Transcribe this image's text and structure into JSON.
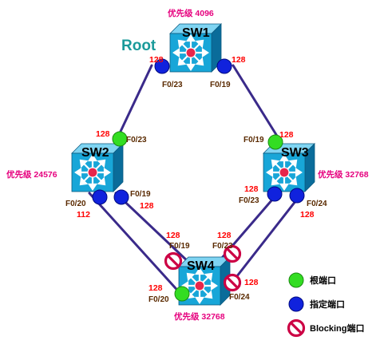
{
  "colors": {
    "priority_text": "#e6007e",
    "cost_text": "#ff0000",
    "port_text": "#5a2a00",
    "root_text": "#1a9a9a",
    "link": "#3a2a8a",
    "switch_face": "#18a6d8",
    "switch_top": "#7fd4f2",
    "switch_side": "#0a6c9a",
    "root_port": "#33dd22",
    "designated_port": "#1022dd",
    "blocking": "#cc0044"
  },
  "root_label": "Root",
  "switches": [
    {
      "id": "sw1",
      "name": "SW1",
      "priority": "优先级 4096"
    },
    {
      "id": "sw2",
      "name": "SW2",
      "priority": "优先级 24576"
    },
    {
      "id": "sw3",
      "name": "SW3",
      "priority": "优先级 32768"
    },
    {
      "id": "sw4",
      "name": "SW4",
      "priority": "优先级 32768"
    }
  ],
  "ports": {
    "sw1_f023": {
      "label": "F0/23",
      "cost": "128",
      "role": "designated"
    },
    "sw1_f019": {
      "label": "F0/19",
      "cost": "128",
      "role": "designated"
    },
    "sw2_f023": {
      "label": "F0/23",
      "cost": "128",
      "role": "root"
    },
    "sw2_f020": {
      "label": "F0/20",
      "cost": "112",
      "role": "designated"
    },
    "sw2_f019": {
      "label": "F0/19",
      "cost": "128",
      "role": "designated"
    },
    "sw3_f019": {
      "label": "F0/19",
      "cost": "128",
      "role": "root"
    },
    "sw3_f023": {
      "label": "F0/23",
      "cost": "128",
      "role": "designated"
    },
    "sw3_f024": {
      "label": "F0/24",
      "cost": "128",
      "role": "designated"
    },
    "sw4_f019": {
      "label": "F0/19",
      "cost": "128",
      "role": "blocking"
    },
    "sw4_f023": {
      "label": "F0/23",
      "cost": "128",
      "role": "blocking"
    },
    "sw4_f024": {
      "label": "F0/24",
      "cost": "128",
      "role": "blocking"
    },
    "sw4_f020": {
      "label": "F0/20",
      "cost": "128",
      "role": "root"
    }
  },
  "legend": [
    {
      "role": "root",
      "label": "根端口"
    },
    {
      "role": "designated",
      "label": "指定端口"
    },
    {
      "role": "blocking",
      "label": "Blocking端口"
    }
  ]
}
